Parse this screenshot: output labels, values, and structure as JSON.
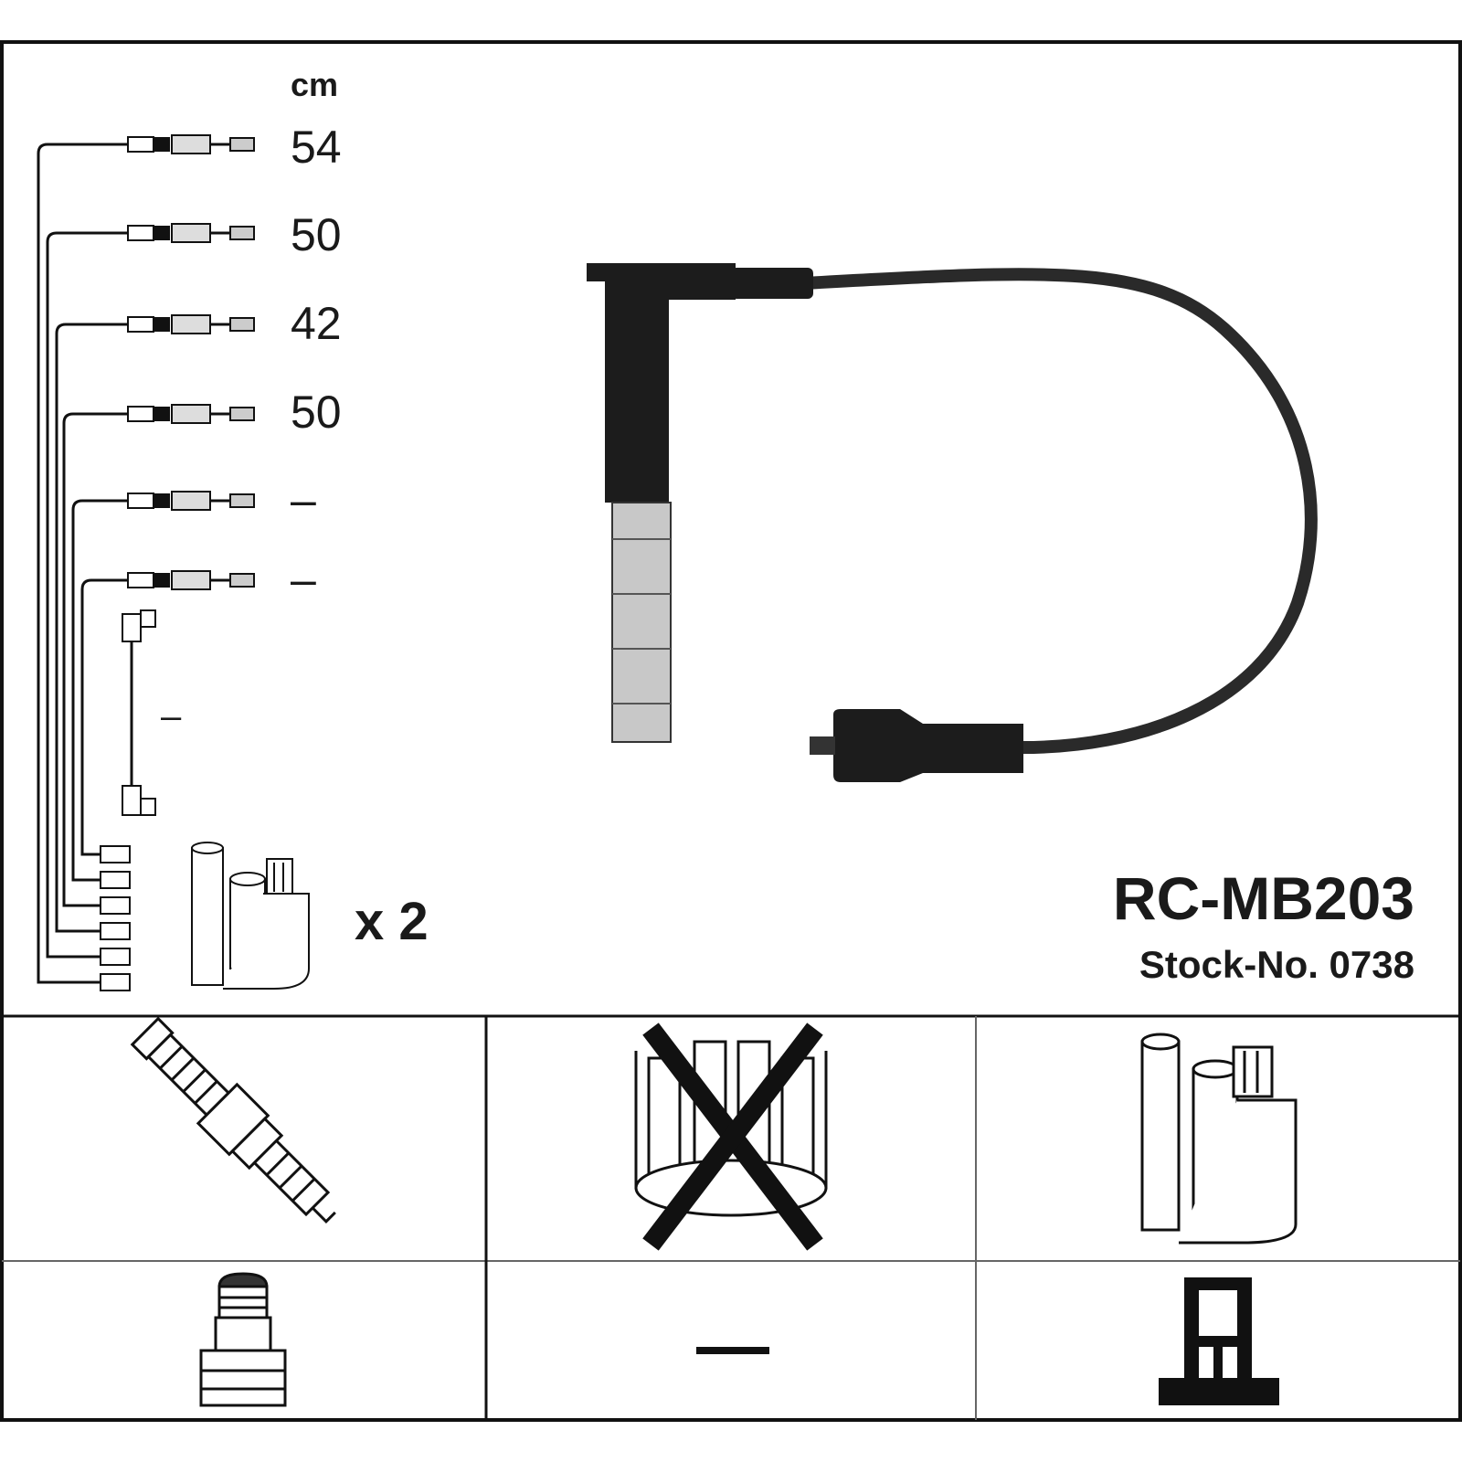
{
  "unit_label": "cm",
  "leads": [
    {
      "length": "54"
    },
    {
      "length": "50"
    },
    {
      "length": "42"
    },
    {
      "length": "50"
    },
    {
      "length": "–"
    },
    {
      "length": "–"
    }
  ],
  "coil_lead": {
    "length": "–"
  },
  "coil_multiplier": "x 2",
  "product": {
    "code": "RC-MB203",
    "stock_number": "Stock-No. 0738"
  },
  "compatibility": {
    "spark_plug": "included",
    "distributor_cap": "not included",
    "ignition_coil": "included",
    "plug_terminal": "included",
    "cap_terminal": "–",
    "coil_terminal": "included"
  }
}
